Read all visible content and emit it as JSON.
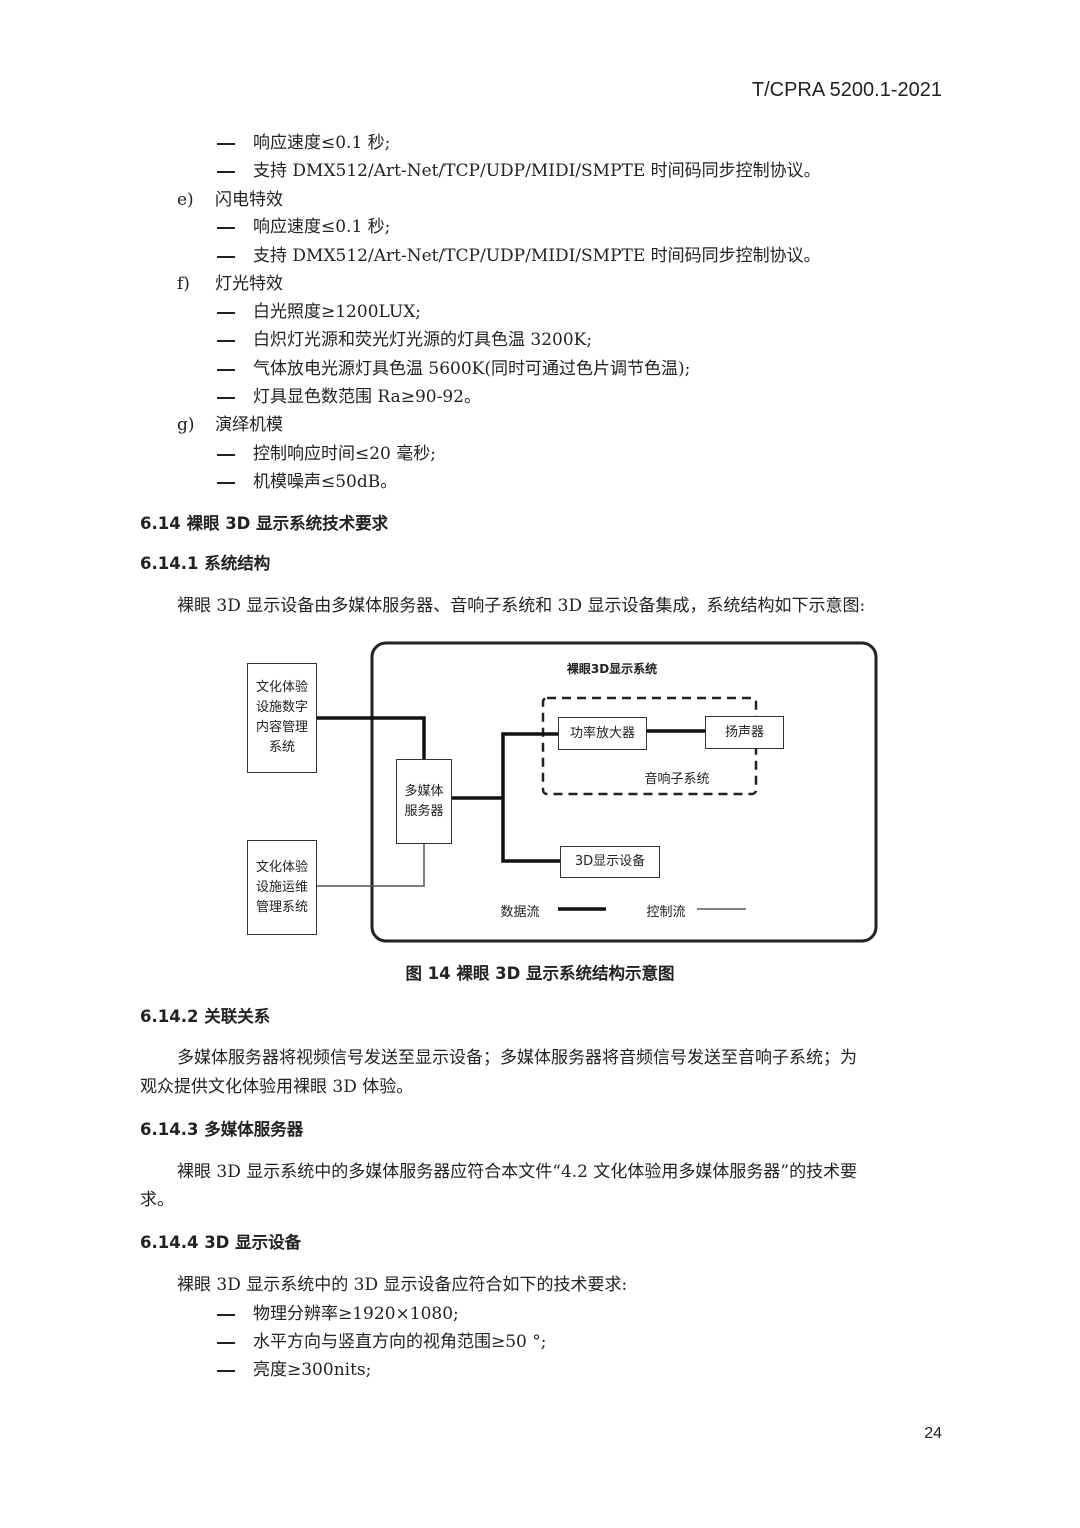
{
  "header": {
    "doc_number": "T/CPRA 5200.1-2021"
  },
  "list_top": [
    {
      "kind": "dash",
      "text": "响应速度≤0.1 秒;"
    },
    {
      "kind": "dash",
      "text": "支持 DMX512/Art-Net/TCP/UDP/MIDI/SMPTE 时间码同步控制协议。"
    },
    {
      "kind": "letter",
      "marker": "e)",
      "text": "闪电特效"
    },
    {
      "kind": "dash",
      "text": "响应速度≤0.1 秒;"
    },
    {
      "kind": "dash",
      "text": "支持 DMX512/Art-Net/TCP/UDP/MIDI/SMPTE 时间码同步控制协议。"
    },
    {
      "kind": "letter",
      "marker": "f)",
      "text": "灯光特效"
    },
    {
      "kind": "dash",
      "text": "白光照度≥1200LUX;"
    },
    {
      "kind": "dash",
      "text": "白炽灯光源和荧光灯光源的灯具色温 3200K;"
    },
    {
      "kind": "dash",
      "text": "气体放电光源灯具色温 5600K(同时可通过色片调节色温);"
    },
    {
      "kind": "dash",
      "text": "灯具显色数范围 Ra≥90-92。"
    },
    {
      "kind": "letter",
      "marker": "g)",
      "text": "演绎机模"
    },
    {
      "kind": "dash",
      "text": "控制响应时间≤20 毫秒;"
    },
    {
      "kind": "dash",
      "text": "机模噪声≤50dB。"
    }
  ],
  "sections": {
    "s6_14": "6.14  裸眼 3D 显示系统技术要求",
    "s6_14_1": "6.14.1  系统结构",
    "s6_14_1_p": "裸眼 3D 显示设备由多媒体服务器、音响子系统和 3D 显示设备集成，系统结构如下示意图:",
    "s6_14_2": "6.14.2  关联关系",
    "s6_14_2_p1": "多媒体服务器将视频信号发送至显示设备；多媒体服务器将音频信号发送至音响子系统；为",
    "s6_14_2_p2": "观众提供文化体验用裸眼 3D 体验。",
    "s6_14_3": "6.14.3  多媒体服务器",
    "s6_14_3_p1": "裸眼 3D 显示系统中的多媒体服务器应符合本文件“4.2  文化体验用多媒体服务器”的技术要",
    "s6_14_3_p2": "求。",
    "s6_14_4": "6.14.4  3D 显示设备",
    "s6_14_4_p": "裸眼 3D 显示系统中的 3D 显示设备应符合如下的技术要求:",
    "s6_14_4_items": [
      "物理分辨率≥1920×1080;",
      "水平方向与竖直方向的视角范围≥50 °;",
      "亮度≥300nits;"
    ]
  },
  "diagram": {
    "system_title": "裸眼3D显示系统",
    "box_content_mgmt": "文化体验设施数字内容管理系统",
    "box_ops_mgmt": "文化体验设施运维管理系统",
    "box_media_server": "多媒体服务器",
    "box_amplifier": "功率放大器",
    "box_speaker": "扬声器",
    "audio_subsystem": "音响子系统",
    "box_3d_display": "3D显示设备",
    "legend_data_flow": "数据流",
    "legend_control_flow": "控制流"
  },
  "figure_caption": "图 14  裸眼 3D 显示系统结构示意图",
  "page_number": "24"
}
